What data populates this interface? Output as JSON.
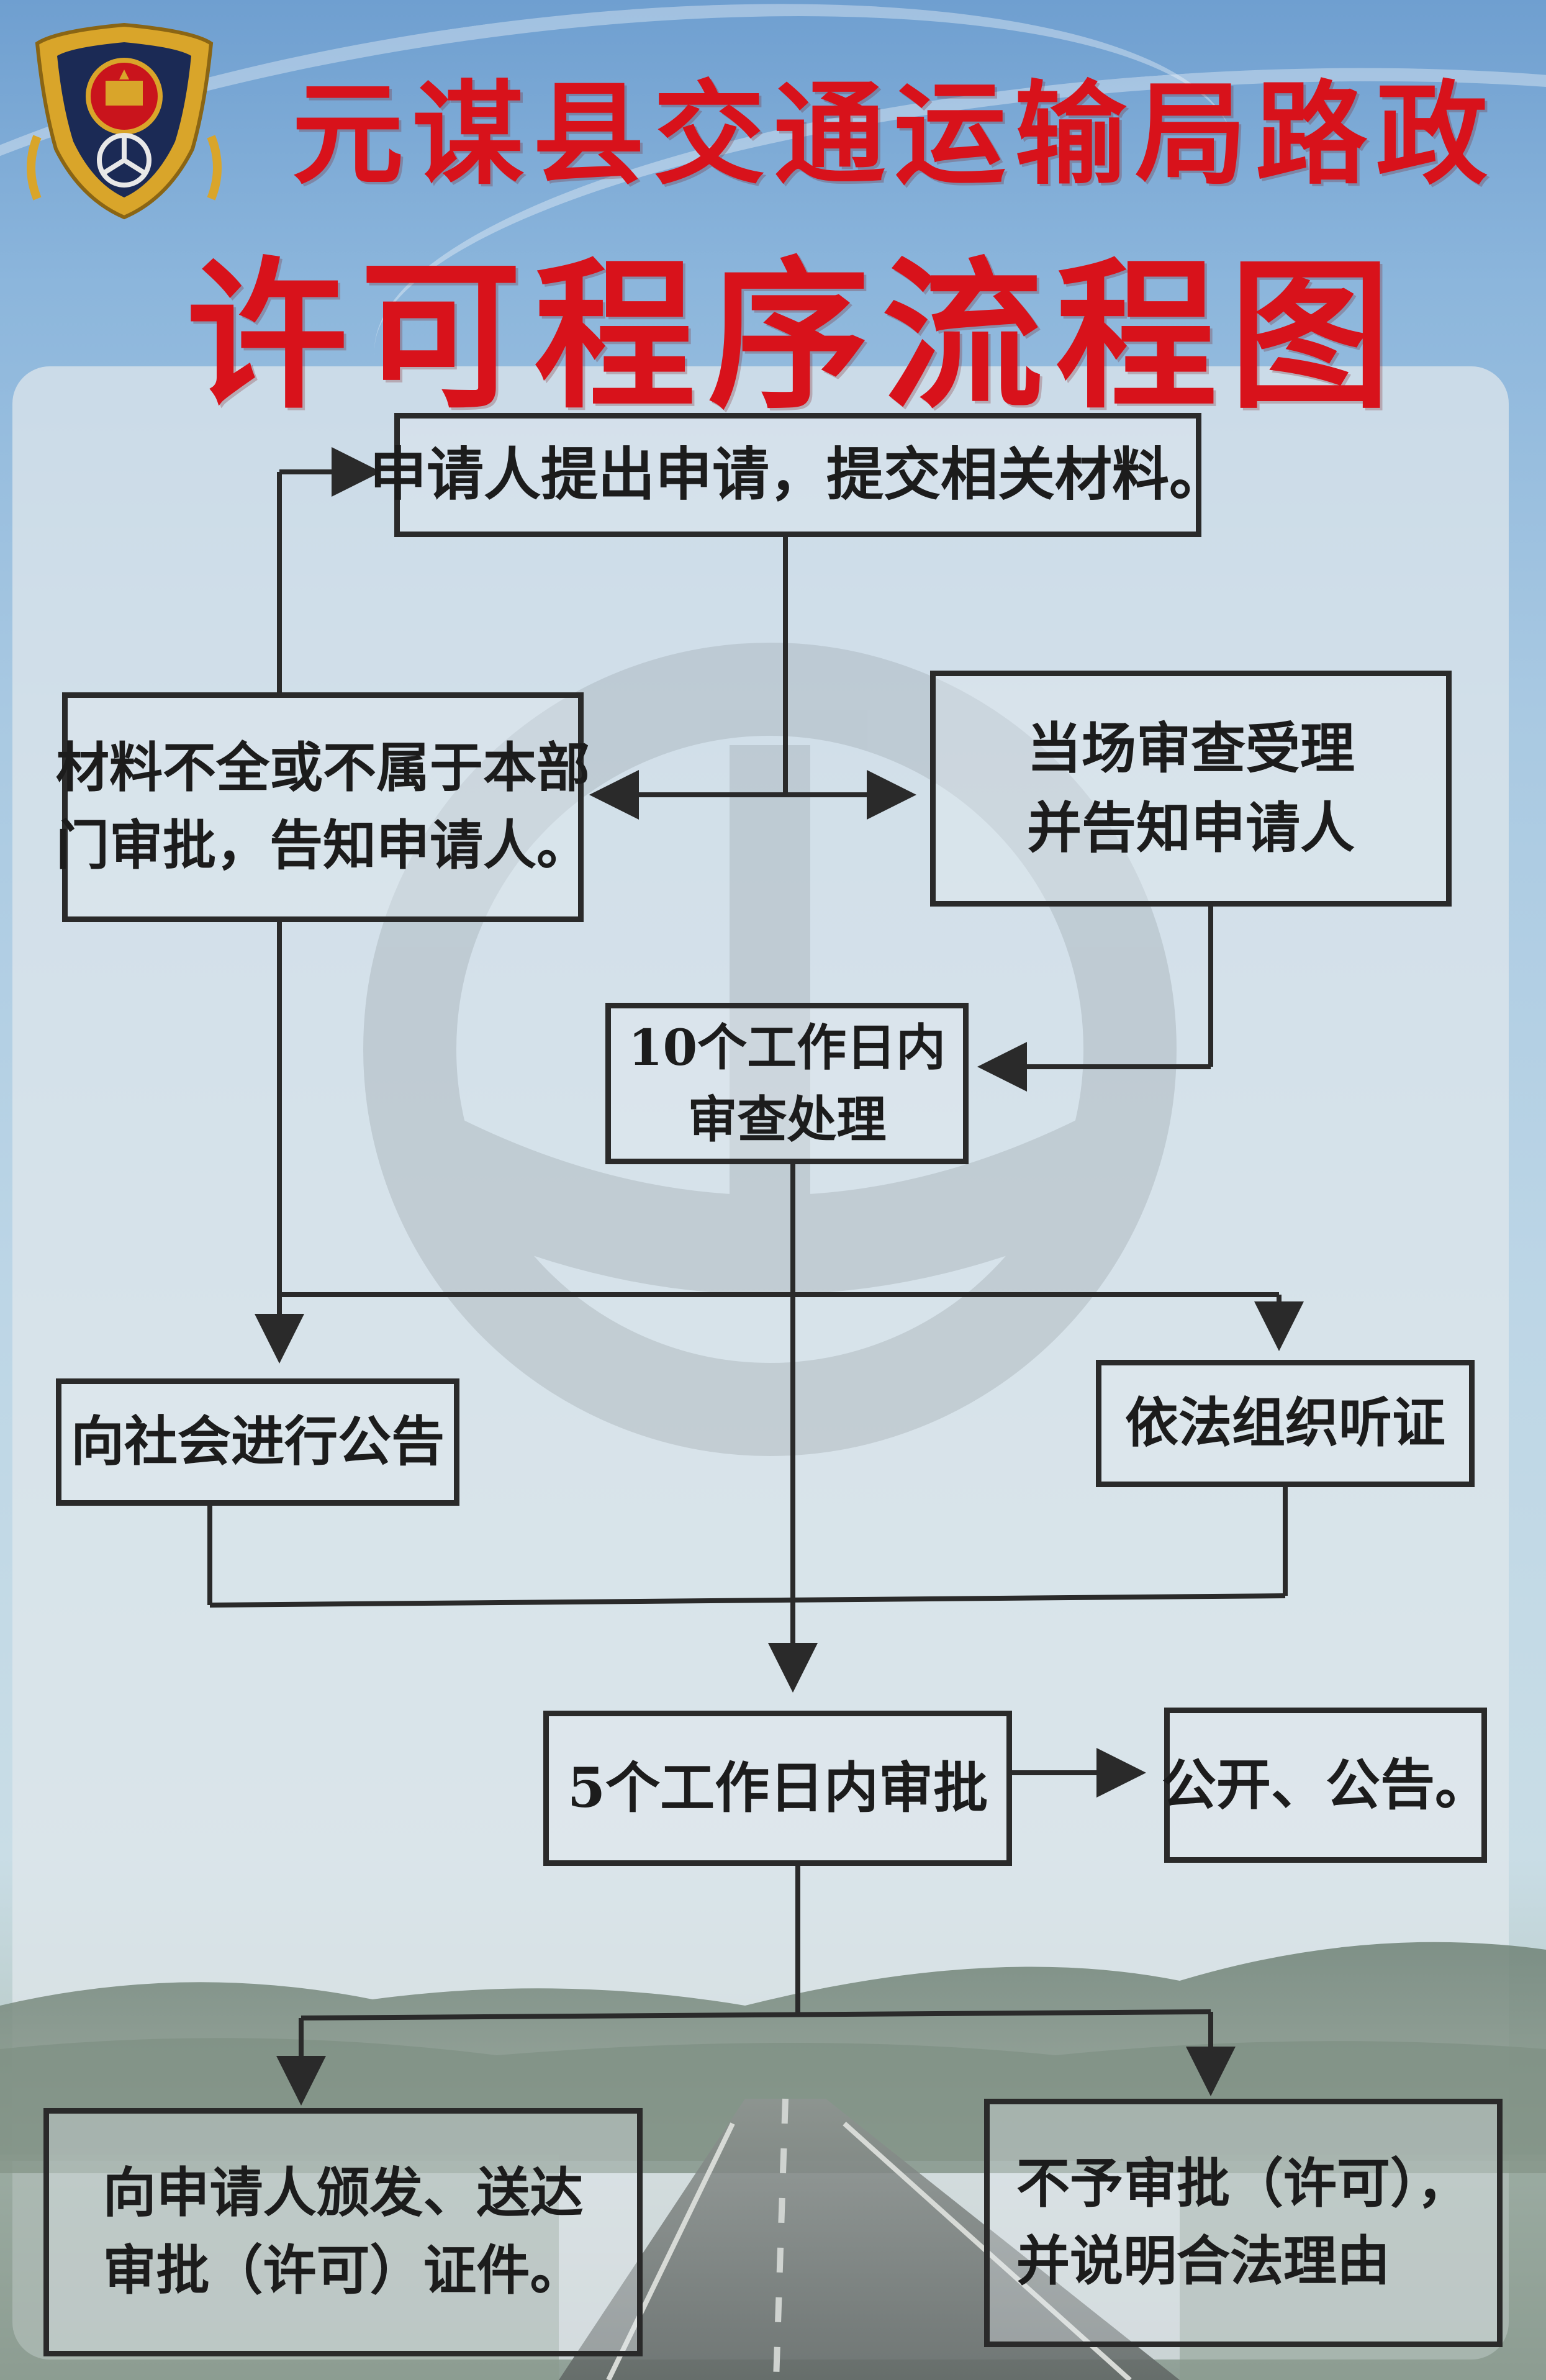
{
  "header": {
    "title_line1": "元谋县交通运输局路政",
    "title_line2": "许可程序流程图"
  },
  "colors": {
    "title_red": "#d8121b",
    "box_border": "#2a2a2a",
    "line": "#2a2a2a",
    "emblem_gold": "#d9a52a",
    "emblem_navy": "#1b2a55"
  },
  "flow": {
    "apply": {
      "text": "申请人提出申请，提交相关材料。"
    },
    "reject_materials": {
      "lines": [
        "材料不全或不属于本部",
        "门审批，告知申请人。"
      ]
    },
    "accept": {
      "lines": [
        "当场审查受理",
        "并告知申请人"
      ]
    },
    "review_10days": {
      "lines": [
        "10个工作日内",
        "审查处理"
      ]
    },
    "public_notice": {
      "text": "向社会进行公告"
    },
    "hearing": {
      "text": "依法组织听证"
    },
    "approve_5days": {
      "text": "5个工作日内审批"
    },
    "publish": {
      "text": "公开、公告。"
    },
    "issue_certificate": {
      "lines": [
        "向申请人颁发、送达",
        "审批（许可）证件。"
      ]
    },
    "deny": {
      "lines": [
        "不予审批（许可），",
        "并说明合法理由"
      ]
    }
  }
}
